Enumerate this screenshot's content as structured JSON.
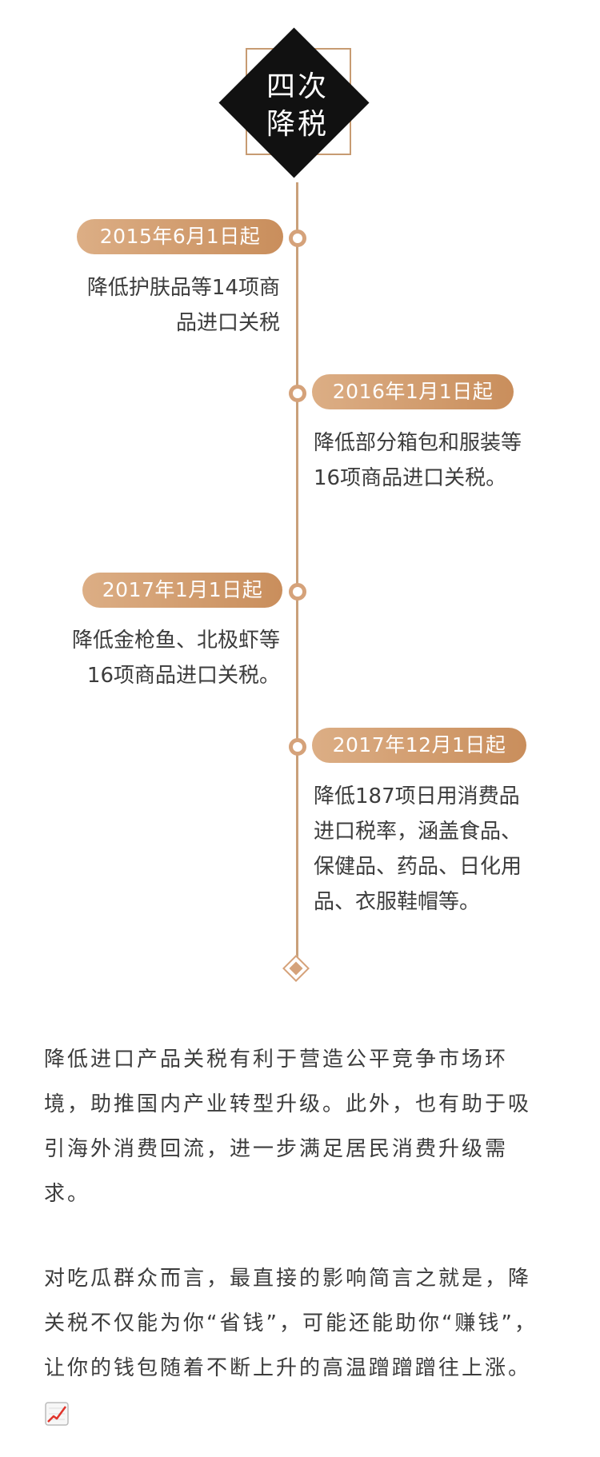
{
  "header": {
    "title_line1": "四次",
    "title_line2": "降税"
  },
  "timeline": [
    {
      "date": "2015年6月1日起",
      "lines": [
        "降低护肤品等14项商",
        "品进口关税"
      ]
    },
    {
      "date": "2016年1月1日起",
      "lines": [
        "降低部分箱包和服装等",
        "16项商品进口关税。"
      ]
    },
    {
      "date": "2017年1月1日起",
      "lines": [
        "降低金枪鱼、北极虾等",
        "16项商品进口关税。"
      ]
    },
    {
      "date": "2017年12月1日起",
      "lines": [
        "降低187项日用消费品",
        "进口税率，涵盖食品、",
        "保健品、药品、日化用",
        "品、衣服鞋帽等。"
      ]
    }
  ],
  "paragraphs": [
    [
      "降低进口产品关税有利于营造公平竞争市场环",
      "境，助推国内产业转型升级。此外，也有助于吸",
      "引海外消费回流，进一步满足居民消费升级需",
      "求。"
    ],
    [
      "对吃瓜群众而言，最直接的影响简言之就是，降",
      "关税不仅能为你“省钱”，可能还能助你“赚钱”，",
      "让你的钱包随着不断上升的高温蹭蹭蹭往上涨。"
    ]
  ],
  "icons": {
    "trend": "chart-increasing-icon"
  },
  "colors": {
    "accent": "#d5a27a",
    "header_bg": "#111111",
    "text": "#3c3c3c"
  }
}
